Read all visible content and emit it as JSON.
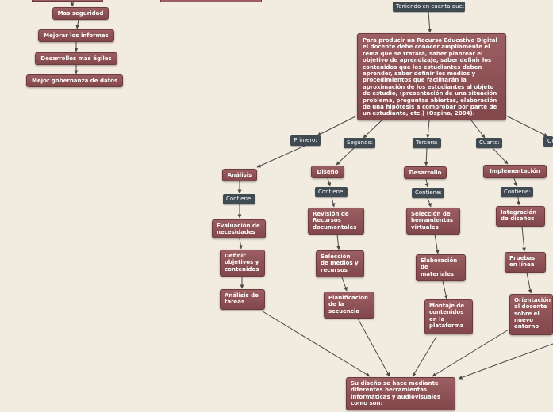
{
  "left_branch": [
    "Mas seguridad",
    "Mejorar los informes",
    "Desarrollos más ágiles",
    "Mejor gobernanza de datos"
  ],
  "top_label": "Teniendo en cuenta que:",
  "main_text": "Para producir un Recurso Educativo Digital el docente debe conocer ampliamente el tema que se tratará, saber plantear el objetivo de aprendizaje, saber definir los contenidos que los estudiantes deben aprender, saber definir los medios y procedimientos que facilitarán la aproximación de los estudiantes al objeto de estudio, (presentación de una situación problema, preguntas abiertas, elaboración de una hipótesis a comprobar por parte de un estudiante, etc.) (Ospina, 2004).",
  "order_labels": [
    "Primero:",
    "Segundo:",
    "Tercero:",
    "Cuarto:",
    "Qu"
  ],
  "contains_label": "Contiene:",
  "phases": [
    {
      "name": "Análisis",
      "items": [
        "Evaluación de necesidades",
        "Definir objetivos y contenidos",
        "Análisis de tareas"
      ]
    },
    {
      "name": "Diseño",
      "items": [
        "Revisión de Recursos documentales",
        "Selección de medios y recursos",
        "Planificación de la secuencia"
      ]
    },
    {
      "name": "Desarrollo",
      "items": [
        "Selección de herramientas virtuales",
        "Elaboración de materiales",
        "Montaje de contenidos en la plataforma"
      ]
    },
    {
      "name": "Implementación",
      "items": [
        "Integración de diseños",
        "Pruebas en línea",
        "Orientación al docente sobre el nuevo entorno"
      ]
    }
  ],
  "bottom_text": "Su diseño se hace mediante diferentes herramientas informáticas y audiovisuales como son:"
}
